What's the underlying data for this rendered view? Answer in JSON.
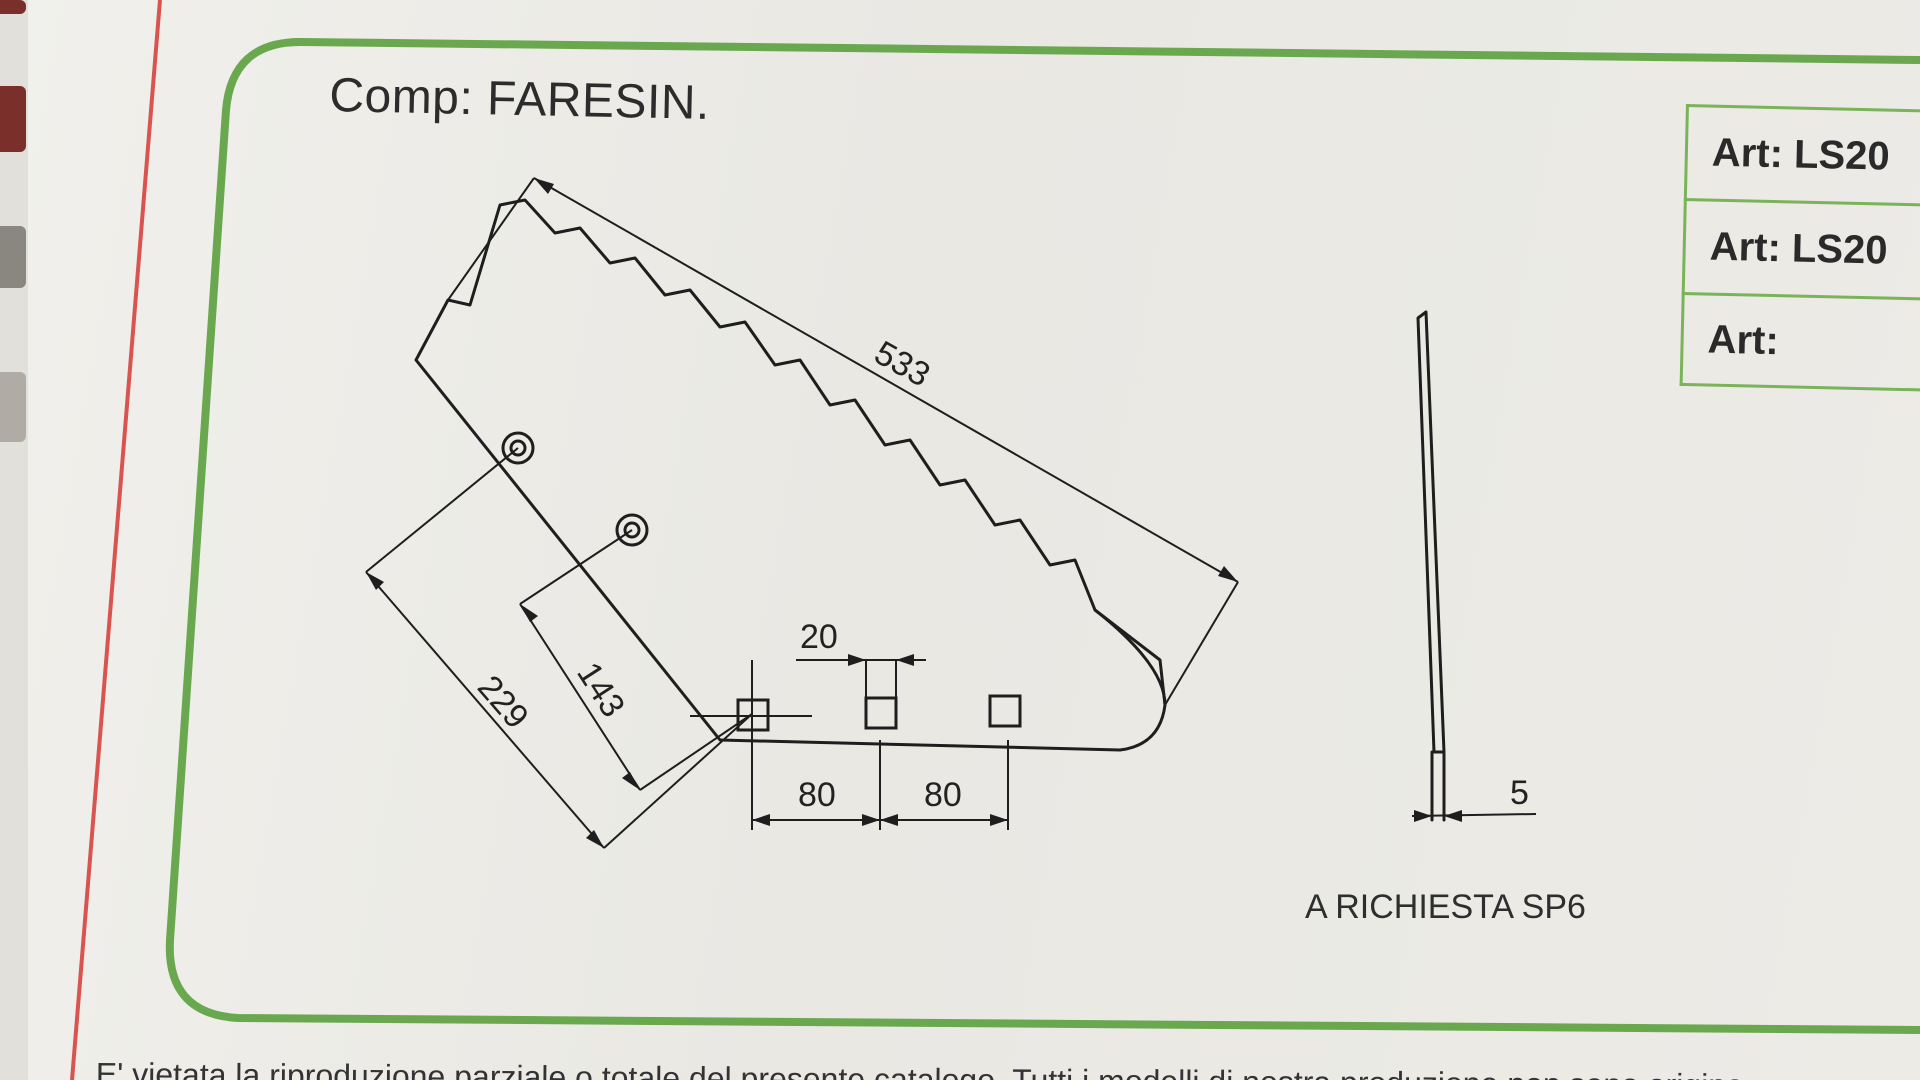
{
  "catalog": {
    "company_title": "Comp: FARESIN.",
    "art_rows": [
      {
        "label": "Art: LS20"
      },
      {
        "label": "Art: LS20"
      },
      {
        "label": "Art:"
      }
    ],
    "note": "A RICHIESTA SP6",
    "footer": "E' vietata la riproduzione parziale o totale del presente catalogo. Tutti i modelli di nostra produzione non sono origina"
  },
  "drawing": {
    "dimensions": {
      "length": "533",
      "width_outer": "229",
      "width_inner": "143",
      "hole_size": "20",
      "hole_spacing_1": "80",
      "hole_spacing_2": "80",
      "thickness": "5"
    }
  },
  "colors": {
    "frame_green": "#6aa84f",
    "margin_red": "#d9534f",
    "ink": "#1e1e1e"
  }
}
